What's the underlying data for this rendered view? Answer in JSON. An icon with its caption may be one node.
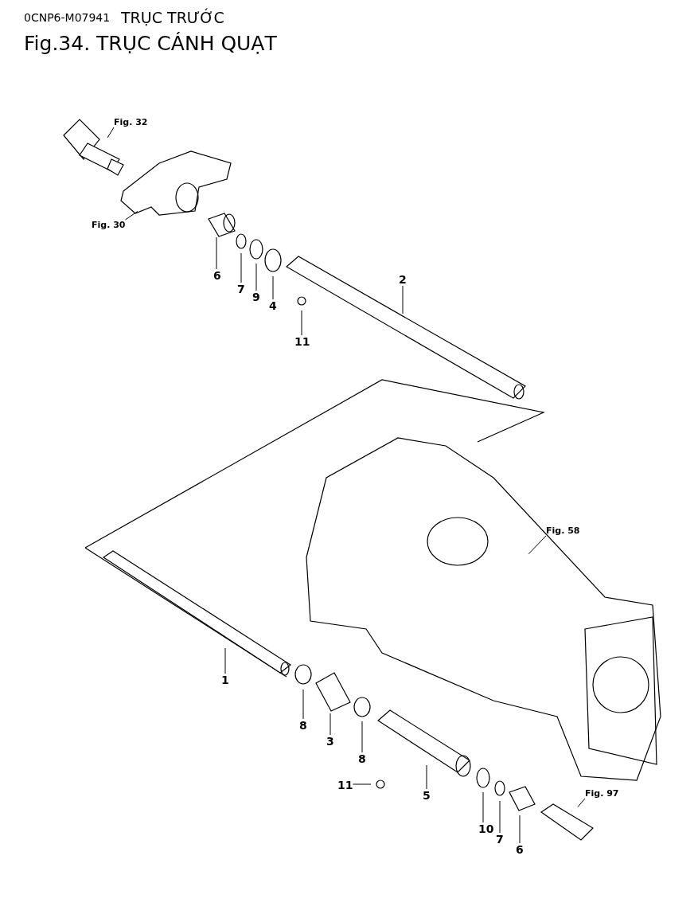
{
  "diagram": {
    "title": "Fig.34. TRỤC CÁNH QUẠT",
    "nodes": [
      {
        "text": [
          "Fig. 32"
        ]
      },
      {
        "text": [
          "Fig. 30"
        ]
      },
      {
        "text": [
          "6"
        ]
      },
      {
        "text": [
          "7"
        ]
      },
      {
        "text": [
          "9"
        ]
      },
      {
        "text": [
          "4"
        ]
      },
      {
        "text": [
          "2"
        ]
      },
      {
        "text": [
          "11"
        ]
      },
      {
        "text": [
          "Fig. 58"
        ]
      },
      {
        "text": [
          "1"
        ]
      },
      {
        "text": [
          "8"
        ]
      },
      {
        "text": [
          "3"
        ]
      },
      {
        "text": [
          "8"
        ]
      },
      {
        "text": [
          "11"
        ]
      },
      {
        "text": [
          "5"
        ]
      },
      {
        "text": [
          "10"
        ]
      },
      {
        "text": [
          "7"
        ]
      },
      {
        "text": [
          "6"
        ]
      },
      {
        "text": [
          "Fig. 97"
        ]
      }
    ],
    "edges": [
      {
        "from": 0,
        "to": null,
        "arrow": "none"
      },
      {
        "from": 1,
        "to": null,
        "arrow": "none"
      },
      {
        "from": 2,
        "to": null,
        "arrow": "none"
      },
      {
        "from": 3,
        "to": null,
        "arrow": "none"
      },
      {
        "from": 4,
        "to": null,
        "arrow": "none"
      },
      {
        "from": 5,
        "to": null,
        "arrow": "none"
      },
      {
        "from": 6,
        "to": null,
        "arrow": "none"
      },
      {
        "from": 7,
        "to": null,
        "arrow": "none"
      },
      {
        "from": 8,
        "to": null,
        "arrow": "none"
      },
      {
        "from": 9,
        "to": null,
        "arrow": "none"
      },
      {
        "from": 10,
        "to": null,
        "arrow": "none"
      },
      {
        "from": 11,
        "to": null,
        "arrow": "none"
      },
      {
        "from": 12,
        "to": null,
        "arrow": "none"
      },
      {
        "from": 13,
        "to": null,
        "arrow": "none"
      },
      {
        "from": 14,
        "to": null,
        "arrow": "none"
      },
      {
        "from": 15,
        "to": null,
        "arrow": "none"
      },
      {
        "from": 16,
        "to": null,
        "arrow": "none"
      },
      {
        "from": 17,
        "to": null,
        "arrow": "none"
      },
      {
        "from": 18,
        "to": null,
        "arrow": "none"
      }
    ],
    "labels": [
      "0CNP6-M07941",
      "TRỤC TRƯỚC"
    ]
  }
}
